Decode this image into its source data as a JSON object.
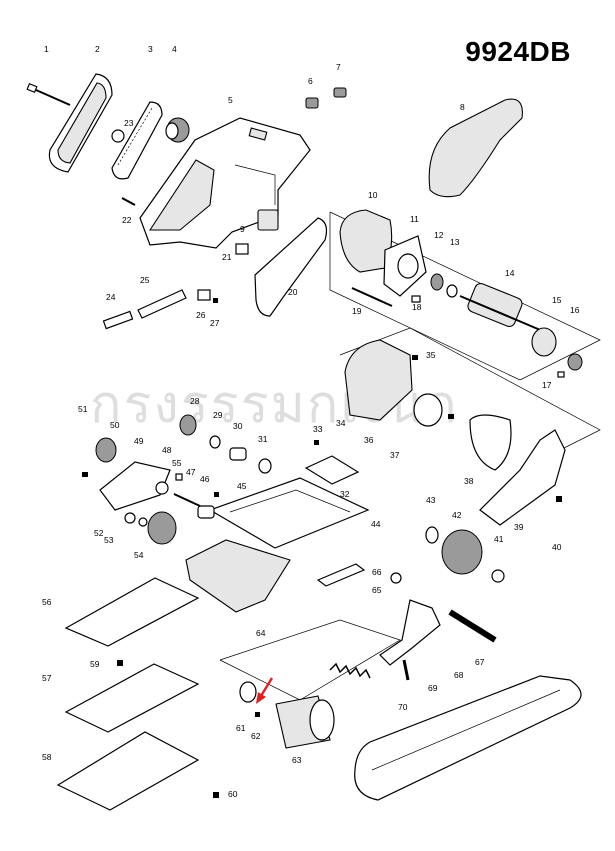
{
  "model": "9924DB",
  "watermark": "กรงรรรมกเง่นก",
  "callouts": [
    "1",
    "2",
    "3",
    "4",
    "5",
    "6",
    "7",
    "8",
    "9",
    "10",
    "11",
    "12",
    "13",
    "14",
    "15",
    "16",
    "17",
    "18",
    "19",
    "20",
    "21",
    "22",
    "23",
    "24",
    "25",
    "26",
    "27",
    "28",
    "29",
    "30",
    "31",
    "32",
    "33",
    "34",
    "35",
    "36",
    "37",
    "38",
    "39",
    "40",
    "41",
    "42",
    "43",
    "44",
    "45",
    "46",
    "47",
    "48",
    "49",
    "50",
    "51",
    "52",
    "53",
    "54",
    "55",
    "56",
    "57",
    "58",
    "59",
    "60",
    "61",
    "62",
    "63",
    "64",
    "65",
    "66",
    "67",
    "68",
    "69",
    "70"
  ],
  "colors": {
    "ink": "#000000",
    "highlight_arrow": "#e02020",
    "paper": "#ffffff"
  }
}
